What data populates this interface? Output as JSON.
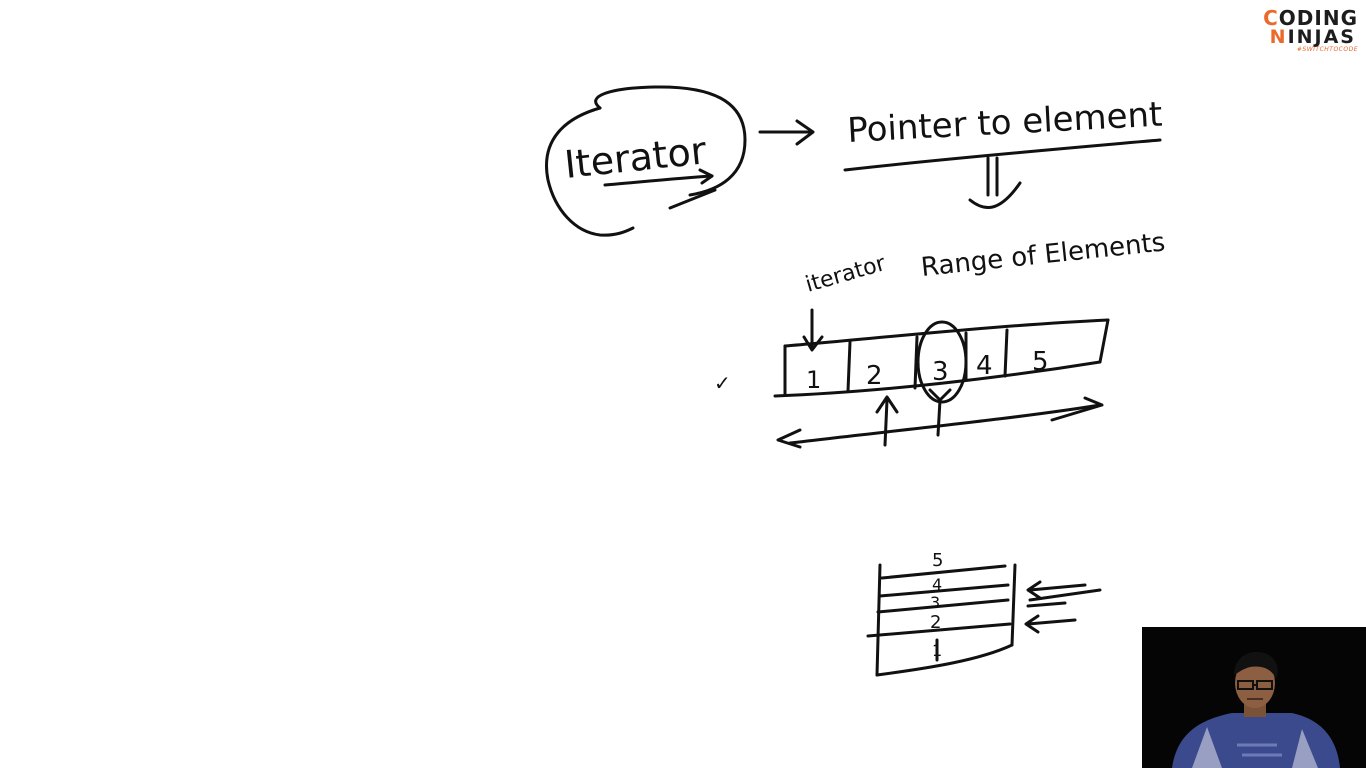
{
  "logo": {
    "line1_first": "C",
    "line1_rest": "ODING",
    "line2_first": "N",
    "line2_rest": "INJAS",
    "tagline": "#SWITCHTOCODE",
    "brand_color": "#ea6a2c"
  },
  "whiteboard": {
    "iterator_label": "Iterator",
    "pointer_label": "Pointer to element",
    "small_iterator_label": "iterator",
    "range_label": "Range of Elements",
    "array_cells": [
      "1",
      "2",
      "3",
      "4",
      "5"
    ],
    "stack_cells": [
      "5",
      "4",
      "3",
      "2",
      "1"
    ],
    "tick_mark": "✓",
    "ink_color": "#111111"
  },
  "webcam": {
    "icon": "presenter-video"
  }
}
